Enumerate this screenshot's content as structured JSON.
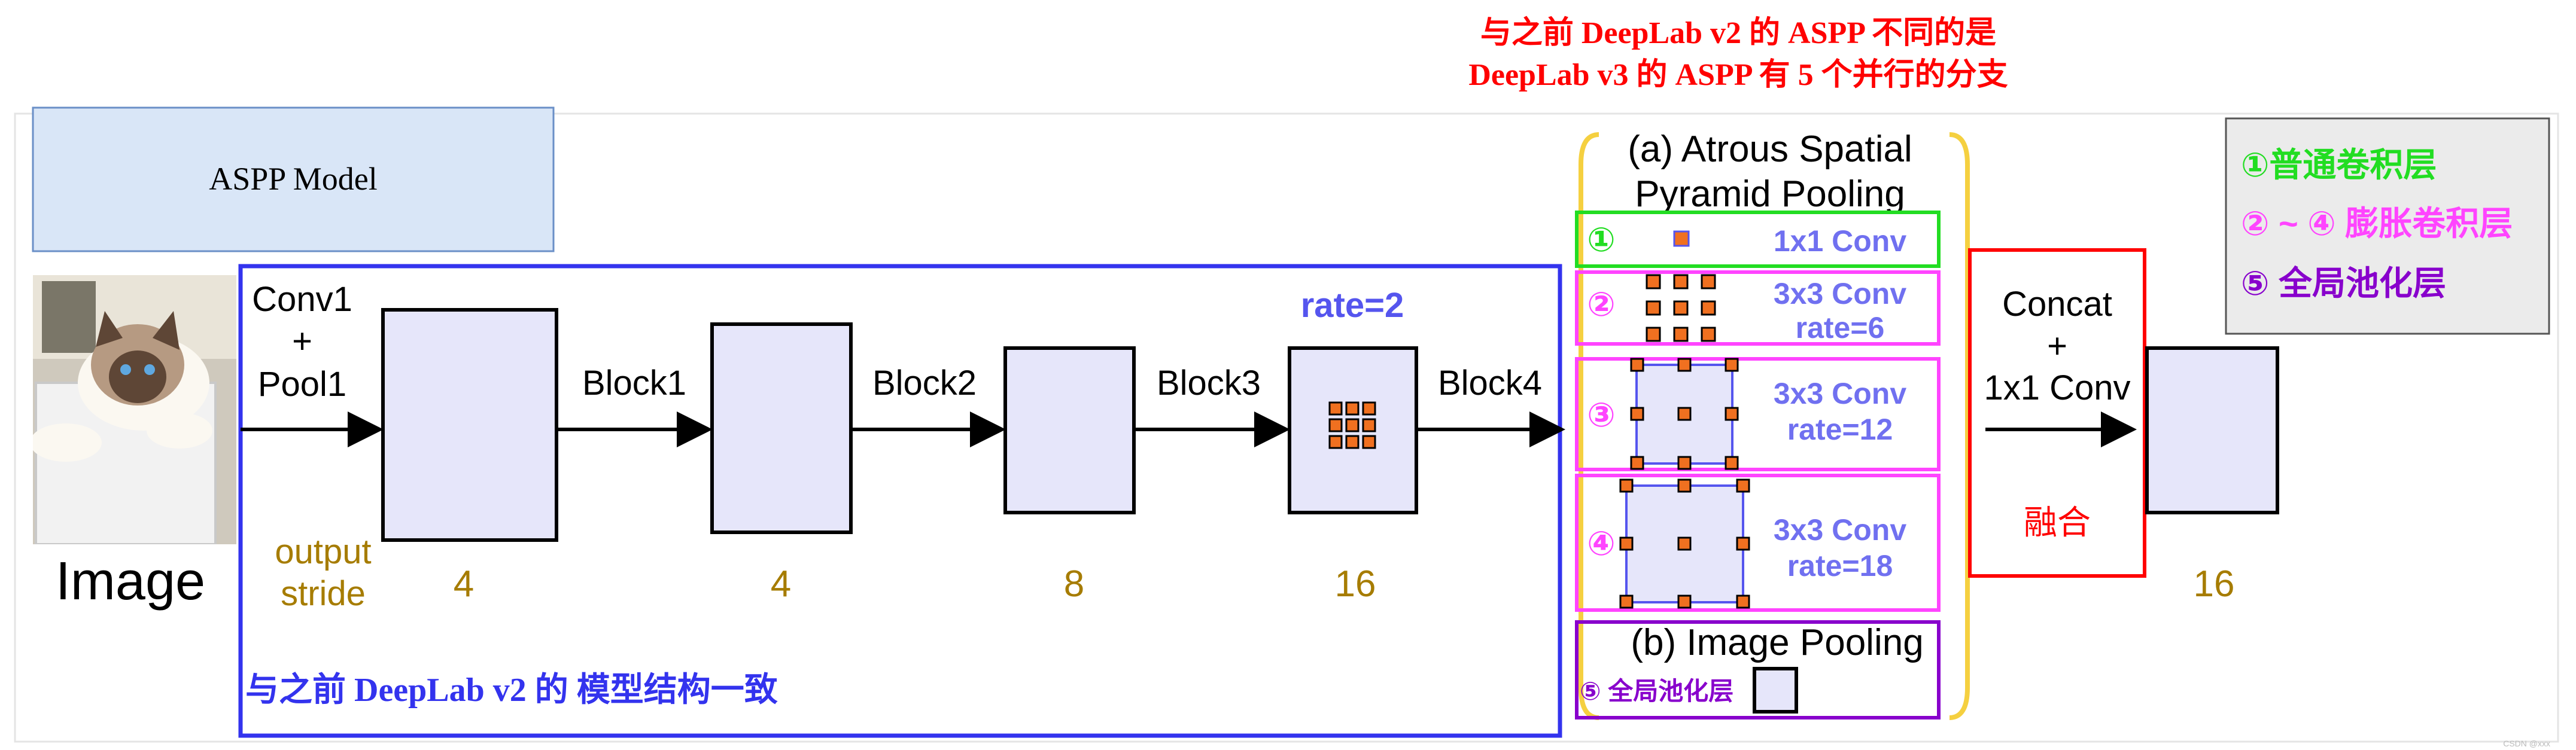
{
  "colors": {
    "red": "#ff0000",
    "blue": "#3333ee",
    "green": "#22dd22",
    "magenta": "#ff44ff",
    "purple": "#8800cc",
    "box_fill": "#e6e6fa",
    "model_box_fill": "#d9e6f7",
    "orange": "#f07020",
    "gold": "#a67c00",
    "bracket": "#f5d040",
    "conv_text": "#7070f0"
  },
  "header": {
    "line1": "与之前 DeepLab v2 的 ASPP 不同的是",
    "line2": "DeepLab v3 的 ASPP 有 5 个并行的分支"
  },
  "model_box": {
    "label": "ASPP Model"
  },
  "image_block": {
    "label": "Image",
    "photo": "cat-photo"
  },
  "backbone": {
    "start_label": [
      "Conv1",
      "+",
      "Pool1"
    ],
    "blocks": [
      "Block1",
      "Block2",
      "Block3",
      "Block4"
    ],
    "rate_label": "rate=2",
    "output_stride_label": [
      "output",
      "stride"
    ],
    "strides": [
      "4",
      "4",
      "8",
      "16"
    ],
    "caption": "与之前 DeepLab v2 的 模型结构一致"
  },
  "aspp": {
    "title": [
      "(a) Atrous Spatial",
      "Pyramid Pooling"
    ],
    "branches": [
      {
        "num": "①",
        "text": [
          "1x1 Conv"
        ],
        "color": "#22dd22"
      },
      {
        "num": "②",
        "text": [
          "3x3 Conv",
          "rate=6"
        ],
        "color": "#ff44ff"
      },
      {
        "num": "③",
        "text": [
          "3x3 Conv",
          "rate=12"
        ],
        "color": "#ff44ff"
      },
      {
        "num": "④",
        "text": [
          "3x3 Conv",
          "rate=18"
        ],
        "color": "#ff44ff"
      }
    ],
    "image_pooling": {
      "title": "(b) Image Pooling",
      "label": "⑤ 全局池化层"
    }
  },
  "concat": {
    "text": [
      "Concat",
      "+",
      "1x1 Conv"
    ],
    "fusion": "融合",
    "output_stride": "16"
  },
  "legend": {
    "items": [
      {
        "text": "①普通卷积层",
        "color": "#22dd22"
      },
      {
        "text": "② ~ ④ 膨胀卷积层",
        "color": "#ff44ff"
      },
      {
        "text": "⑤ 全局池化层",
        "color": "#8800cc"
      }
    ]
  },
  "watermark": "CSDN @xxx"
}
